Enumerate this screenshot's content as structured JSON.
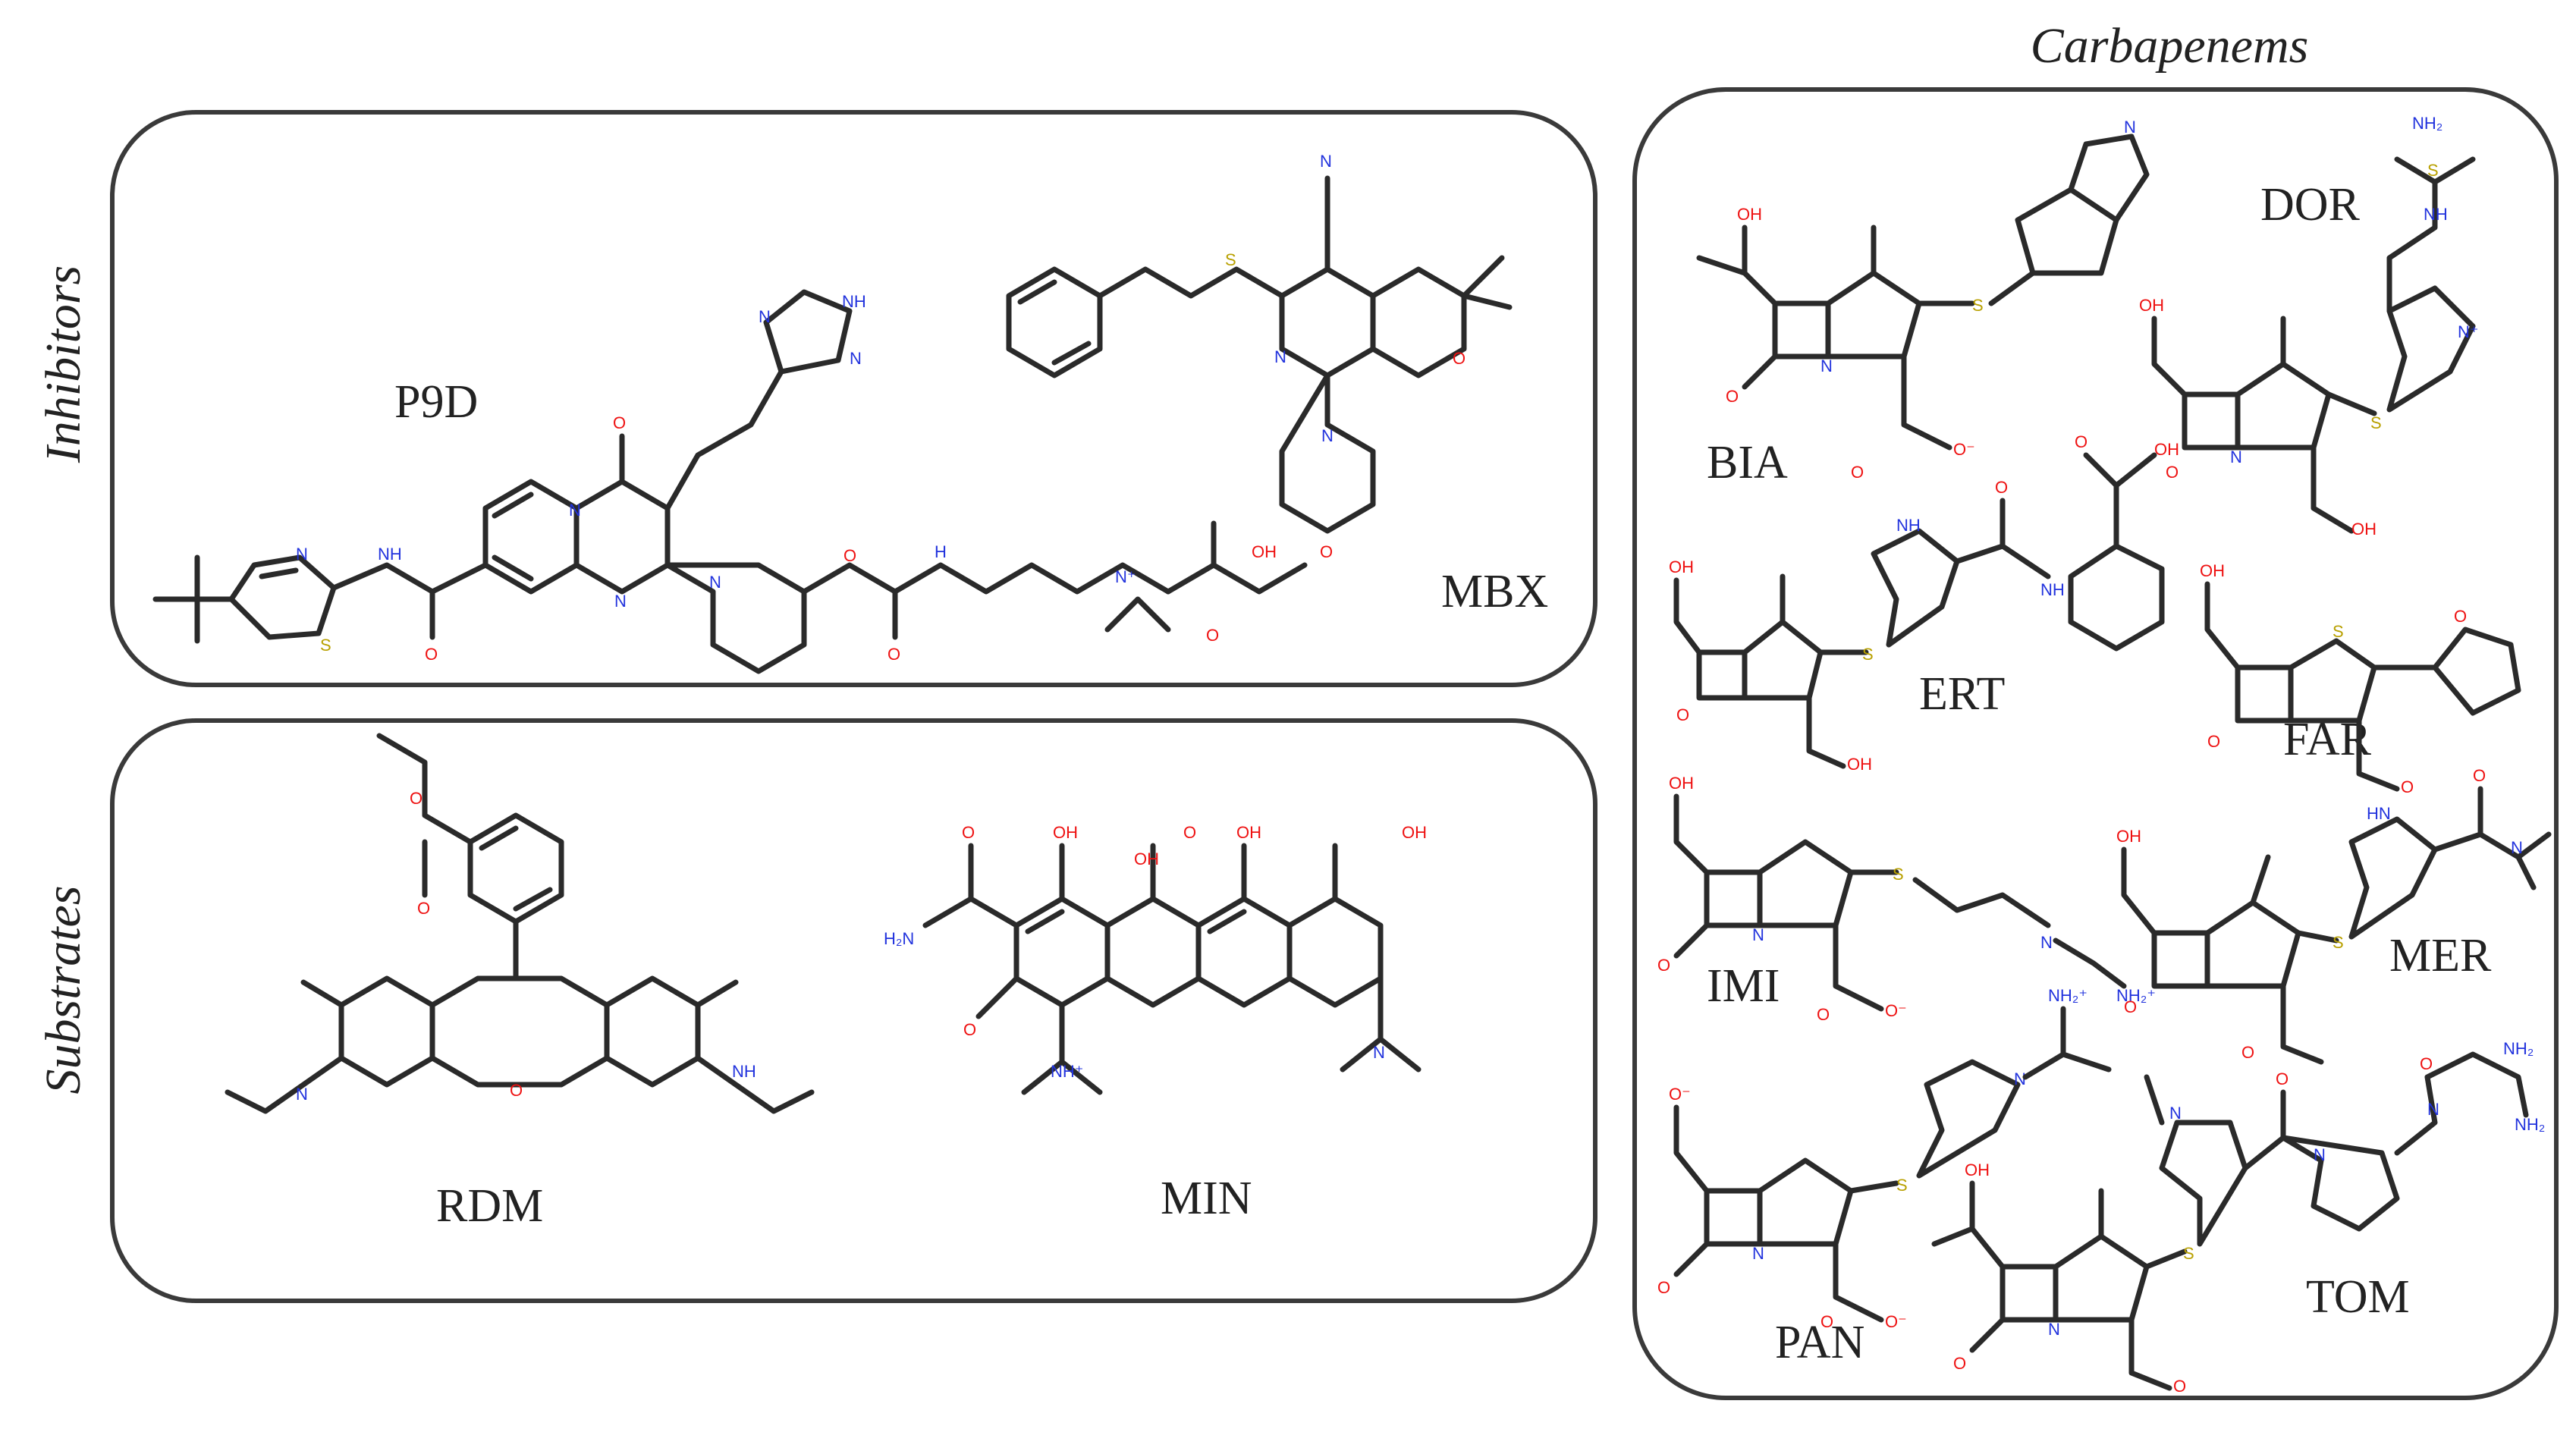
{
  "title": "Carbapenems",
  "colors": {
    "oxygen": "#ee1111",
    "nitrogen": "#2233dd",
    "sulfur": "#b8a000",
    "bond": "#2a2a2a",
    "frame": "#3a3a3a"
  },
  "panels": {
    "inhibitors": {
      "label": "Inhibitors",
      "molecules": [
        "P9D",
        "MBX"
      ]
    },
    "substrates": {
      "label": "Substrates",
      "molecules": [
        "RDM",
        "MIN"
      ]
    },
    "carbapenems": {
      "molecules": [
        "BIA",
        "DOR",
        "ERT",
        "FAR",
        "IMI",
        "MER",
        "PAN",
        "TOM"
      ]
    }
  },
  "atoms": {
    "OH": "OH",
    "O": "O",
    "O_minus": "O⁻",
    "N": "N",
    "NH": "NH",
    "N_plus": "N⁺",
    "NH_plus": "NH⁺",
    "S": "S",
    "H": "H",
    "H2N": "H₂N",
    "NH2": "NH₂",
    "NH2_plus": "NH₂⁺",
    "HN": "HN"
  }
}
